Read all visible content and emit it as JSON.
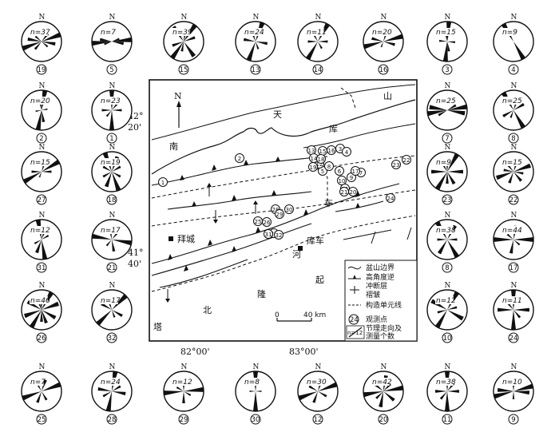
{
  "roses": [
    {
      "id": "19",
      "n": "37",
      "dirs": [
        [
          70,
          1.0
        ],
        [
          100,
          0.7
        ],
        [
          40,
          0.5
        ],
        [
          130,
          0.4
        ]
      ]
    },
    {
      "id": "5",
      "n": "7",
      "dirs": [
        [
          85,
          1.0
        ],
        [
          100,
          0.6
        ],
        [
          70,
          0.4
        ]
      ]
    },
    {
      "id": "15",
      "n": "39",
      "dirs": [
        [
          35,
          1.0
        ],
        [
          145,
          0.9
        ],
        [
          70,
          0.6
        ],
        [
          10,
          0.5
        ]
      ]
    },
    {
      "id": "13",
      "n": "24",
      "dirs": [
        [
          20,
          1.0
        ],
        [
          100,
          0.6
        ],
        [
          160,
          0.4
        ]
      ]
    },
    {
      "id": "14",
      "n": "11",
      "dirs": [
        [
          30,
          1.0
        ],
        [
          90,
          0.5
        ],
        [
          150,
          0.4
        ]
      ]
    },
    {
      "id": "16",
      "n": "20",
      "dirs": [
        [
          75,
          1.0
        ],
        [
          105,
          0.6
        ],
        [
          20,
          0.3
        ]
      ]
    },
    {
      "id": "3",
      "n": "15",
      "dirs": [
        [
          5,
          1.0
        ],
        [
          95,
          0.4
        ],
        [
          170,
          0.5
        ]
      ]
    },
    {
      "id": "4",
      "n": "9",
      "dirs": [
        [
          150,
          1.0
        ]
      ]
    },
    {
      "id": "2",
      "n": "20",
      "dirs": [
        [
          10,
          1.0
        ],
        [
          170,
          0.6
        ],
        [
          80,
          0.3
        ]
      ]
    },
    {
      "id": "1",
      "n": "23",
      "dirs": [
        [
          0,
          1.0
        ],
        [
          90,
          0.5
        ],
        [
          40,
          0.4
        ]
      ]
    },
    {
      "id": "7",
      "n": "25",
      "dirs": [
        [
          80,
          1.0
        ],
        [
          100,
          0.9
        ],
        [
          60,
          0.5
        ]
      ]
    },
    {
      "id": "8",
      "n": "25",
      "dirs": [
        [
          150,
          1.0
        ],
        [
          60,
          0.6
        ],
        [
          20,
          0.4
        ]
      ]
    },
    {
      "id": "27",
      "n": "15",
      "dirs": [
        [
          60,
          1.0
        ],
        [
          90,
          0.5
        ],
        [
          20,
          0.3
        ]
      ]
    },
    {
      "id": "18",
      "n": "19",
      "dirs": [
        [
          160,
          1.0
        ],
        [
          20,
          0.8
        ],
        [
          60,
          0.5
        ],
        [
          120,
          0.5
        ]
      ]
    },
    {
      "id": "23",
      "n": "9",
      "dirs": [
        [
          30,
          1.0
        ],
        [
          90,
          0.8
        ],
        [
          150,
          0.7
        ],
        [
          0,
          0.6
        ]
      ]
    },
    {
      "id": "22",
      "n": "15",
      "dirs": [
        [
          70,
          0.9
        ],
        [
          20,
          0.6
        ],
        [
          140,
          0.6
        ],
        [
          100,
          0.5
        ]
      ]
    },
    {
      "id": "31",
      "n": "12",
      "dirs": [
        [
          170,
          1.0
        ],
        [
          20,
          0.7
        ],
        [
          60,
          0.4
        ]
      ]
    },
    {
      "id": "21",
      "n": "17",
      "dirs": [
        [
          100,
          1.0
        ],
        [
          170,
          0.6
        ],
        [
          40,
          0.4
        ]
      ]
    },
    {
      "id": "8",
      "n": "38",
      "dirs": [
        [
          150,
          1.0
        ],
        [
          30,
          0.8
        ],
        [
          90,
          0.5
        ]
      ]
    },
    {
      "id": "17",
      "n": "44",
      "dirs": [
        [
          90,
          1.0
        ],
        [
          10,
          0.7
        ],
        [
          130,
          0.4
        ]
      ]
    },
    {
      "id": "26",
      "n": "46",
      "dirs": [
        [
          30,
          1.0
        ],
        [
          70,
          0.9
        ],
        [
          120,
          0.8
        ],
        [
          160,
          0.7
        ],
        [
          0,
          0.6
        ]
      ]
    },
    {
      "id": "32",
      "n": "17",
      "dirs": [
        [
          45,
          1.0
        ],
        [
          120,
          0.6
        ],
        [
          160,
          0.4
        ]
      ]
    },
    {
      "id": "10",
      "n": "12",
      "dirs": [
        [
          30,
          1.0
        ],
        [
          120,
          0.9
        ],
        [
          75,
          0.5
        ]
      ]
    },
    {
      "id": "24",
      "n": "11",
      "dirs": [
        [
          0,
          1.0
        ],
        [
          90,
          0.8
        ],
        [
          140,
          0.5
        ]
      ]
    },
    {
      "id": "25",
      "n": "7",
      "dirs": [
        [
          70,
          1.0
        ],
        [
          20,
          0.6
        ],
        [
          150,
          0.5
        ]
      ]
    },
    {
      "id": "28",
      "n": "24",
      "dirs": [
        [
          10,
          1.0
        ],
        [
          100,
          0.7
        ],
        [
          60,
          0.5
        ]
      ]
    },
    {
      "id": "29",
      "n": "12",
      "dirs": [
        [
          85,
          1.0
        ],
        [
          0,
          0.6
        ],
        [
          120,
          0.4
        ]
      ]
    },
    {
      "id": "30",
      "n": "8",
      "dirs": [
        [
          0,
          1.0
        ],
        [
          90,
          0.3
        ]
      ]
    },
    {
      "id": "12",
      "n": "30",
      "dirs": [
        [
          70,
          1.0
        ],
        [
          20,
          0.6
        ],
        [
          120,
          0.5
        ]
      ]
    },
    {
      "id": "20",
      "n": "42",
      "dirs": [
        [
          80,
          1.0
        ],
        [
          10,
          0.8
        ],
        [
          130,
          0.7
        ],
        [
          45,
          0.5
        ]
      ]
    },
    {
      "id": "11",
      "n": "38",
      "dirs": [
        [
          0,
          1.0
        ],
        [
          90,
          0.6
        ],
        [
          40,
          0.5
        ]
      ]
    },
    {
      "id": "9",
      "n": "10",
      "dirs": [
        [
          75,
          1.0
        ],
        [
          95,
          0.8
        ],
        [
          0,
          0.4
        ]
      ]
    }
  ],
  "north_label": "N",
  "n_prefix": "n=",
  "map": {
    "lat_top": "42°\n20'",
    "lat_top_l1": "42°",
    "lat_top_l2": "20'",
    "lat_bot_l1": "41°",
    "lat_bot_l2": "40'",
    "lon_left": "82°00'",
    "lon_right": "83°00'",
    "north_arrow": "N",
    "places": {
      "tian": "天",
      "shan": "山",
      "nan": "南",
      "ku": "库",
      "che": "车",
      "baicheng": "拜城",
      "kuche": "库车",
      "he": "河",
      "qi": "起",
      "long": "隆",
      "bei": "北",
      "ta": "塔"
    },
    "scale": {
      "zero": "0",
      "label": "40 km"
    },
    "legend": [
      {
        "key": "basin",
        "label": "盆山边界"
      },
      {
        "key": "thrust1",
        "label": "高角度逆"
      },
      {
        "key": "thrust2",
        "label": "冲断层"
      },
      {
        "key": "fold",
        "label": "褶皱"
      },
      {
        "key": "unit",
        "label": "构造单元线"
      },
      {
        "key": "obs",
        "label": "观测点"
      },
      {
        "key": "joint1",
        "label": "节理走向及"
      },
      {
        "key": "joint2",
        "label": "测量个数"
      }
    ],
    "legend_obs_id": "24",
    "legend_n": "n=12",
    "obs_points": [
      "1",
      "2",
      "3",
      "4",
      "5",
      "6",
      "7",
      "8",
      "9",
      "10",
      "11",
      "12",
      "13",
      "14",
      "15",
      "16",
      "17",
      "18",
      "19",
      "20",
      "21",
      "22",
      "23",
      "24",
      "25",
      "26",
      "27",
      "28",
      "29",
      "30",
      "31",
      "32"
    ]
  }
}
